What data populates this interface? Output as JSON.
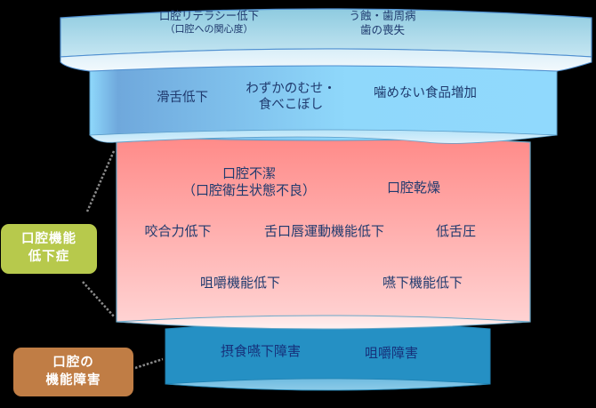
{
  "diagram": {
    "tiers": [
      {
        "id": "tier1",
        "color_top": "#8ecbe0",
        "color_bottom": "#eaf5fb",
        "items": [
          {
            "lines": [
              "口腔リテラシー低下",
              "（口腔への関心度）"
            ]
          },
          {
            "lines": [
              "う蝕・歯周病",
              "歯の喪失"
            ]
          }
        ]
      },
      {
        "id": "tier2",
        "color_left": "#6fa8dc",
        "color_right": "#8fd8fb",
        "items": [
          {
            "lines": [
              "滑舌低下"
            ]
          },
          {
            "lines": [
              "わずかのむせ・",
              "食べこぼし"
            ]
          },
          {
            "lines": [
              "噛めない食品増加"
            ]
          }
        ]
      },
      {
        "id": "tier3",
        "color_top": "#ff8c8a",
        "color_bottom": "#ffd3d3",
        "items": [
          {
            "lines": [
              "口腔不潔",
              "（口腔衛生状態不良）"
            ]
          },
          {
            "lines": [
              "口腔乾燥"
            ]
          },
          {
            "lines": [
              "咬合力低下"
            ]
          },
          {
            "lines": [
              "舌口唇運動機能低下"
            ]
          },
          {
            "lines": [
              "低舌圧"
            ]
          },
          {
            "lines": [
              "咀嚼機能低下"
            ]
          },
          {
            "lines": [
              "嚥下機能低下"
            ]
          }
        ]
      },
      {
        "id": "tier4",
        "color": "#2590c4",
        "items": [
          {
            "lines": [
              "摂食嚥下障害"
            ]
          },
          {
            "lines": [
              "咀嚼障害"
            ]
          }
        ]
      }
    ],
    "badges": [
      {
        "lines": [
          "口腔機能",
          "低下症"
        ],
        "color": "#b7c94c"
      },
      {
        "lines": [
          "口腔の",
          "機能障害"
        ],
        "color": "#c07d45"
      }
    ]
  }
}
